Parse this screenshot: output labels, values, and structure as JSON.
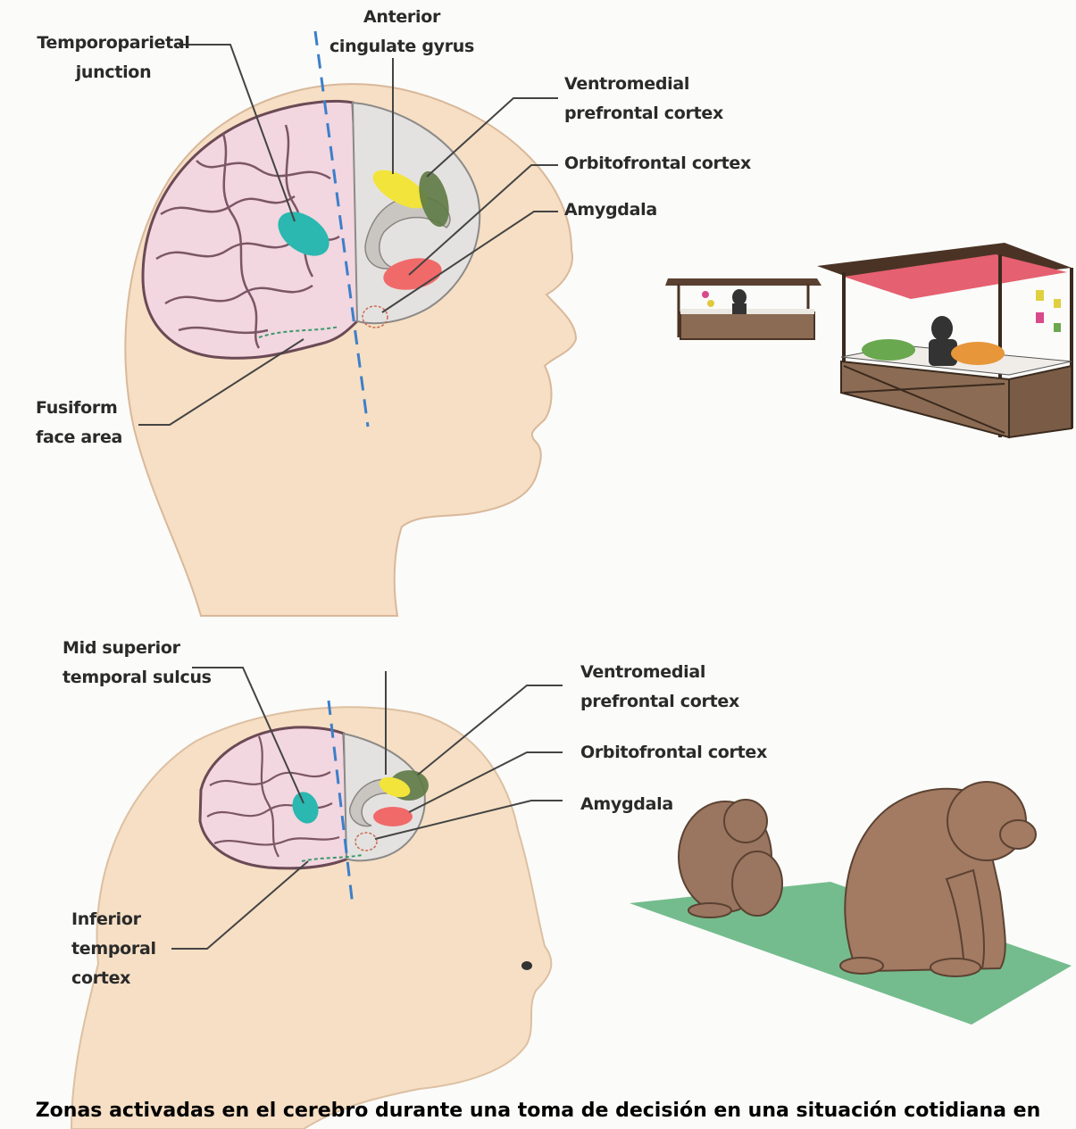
{
  "human_panel": {
    "labels": {
      "temporoparietal_junction": [
        "Temporoparietal",
        "junction"
      ],
      "anterior_cingulate_gyrus": [
        "Anterior",
        "cingulate gyrus"
      ],
      "ventromedial_prefrontal_cortex": [
        "Ventromedial",
        "prefrontal cortex"
      ],
      "orbitofrontal_cortex": [
        "Orbitofrontal cortex"
      ],
      "amygdala": [
        "Amygdala"
      ],
      "fusiform_face_area": [
        "Fusiform",
        "face area"
      ]
    }
  },
  "monkey_panel": {
    "labels": {
      "mid_superior_temporal_sulcus": [
        "Mid superior",
        "temporal sulcus"
      ],
      "ventromedial_prefrontal_cortex": [
        "Ventromedial",
        "prefrontal cortex"
      ],
      "orbitofrontal_cortex": [
        "Orbitofrontal cortex"
      ],
      "amygdala": [
        "Amygdala"
      ],
      "inferior_temporal_cortex": [
        "Inferior",
        "temporal",
        "cortex"
      ]
    }
  },
  "caption": "Zonas activadas en el cerebro durante una toma de decisión en una situación cotidiana en",
  "colors": {
    "teal": "#2ab8b0",
    "yellow": "#f2e43a",
    "olive": "#5e7a45",
    "red": "#f06a6a",
    "skin": "#f6dfc4",
    "brain_pink": "#f2d6e0",
    "dashed_axis": "#3c7fc9",
    "grass": "#5cb07a"
  }
}
